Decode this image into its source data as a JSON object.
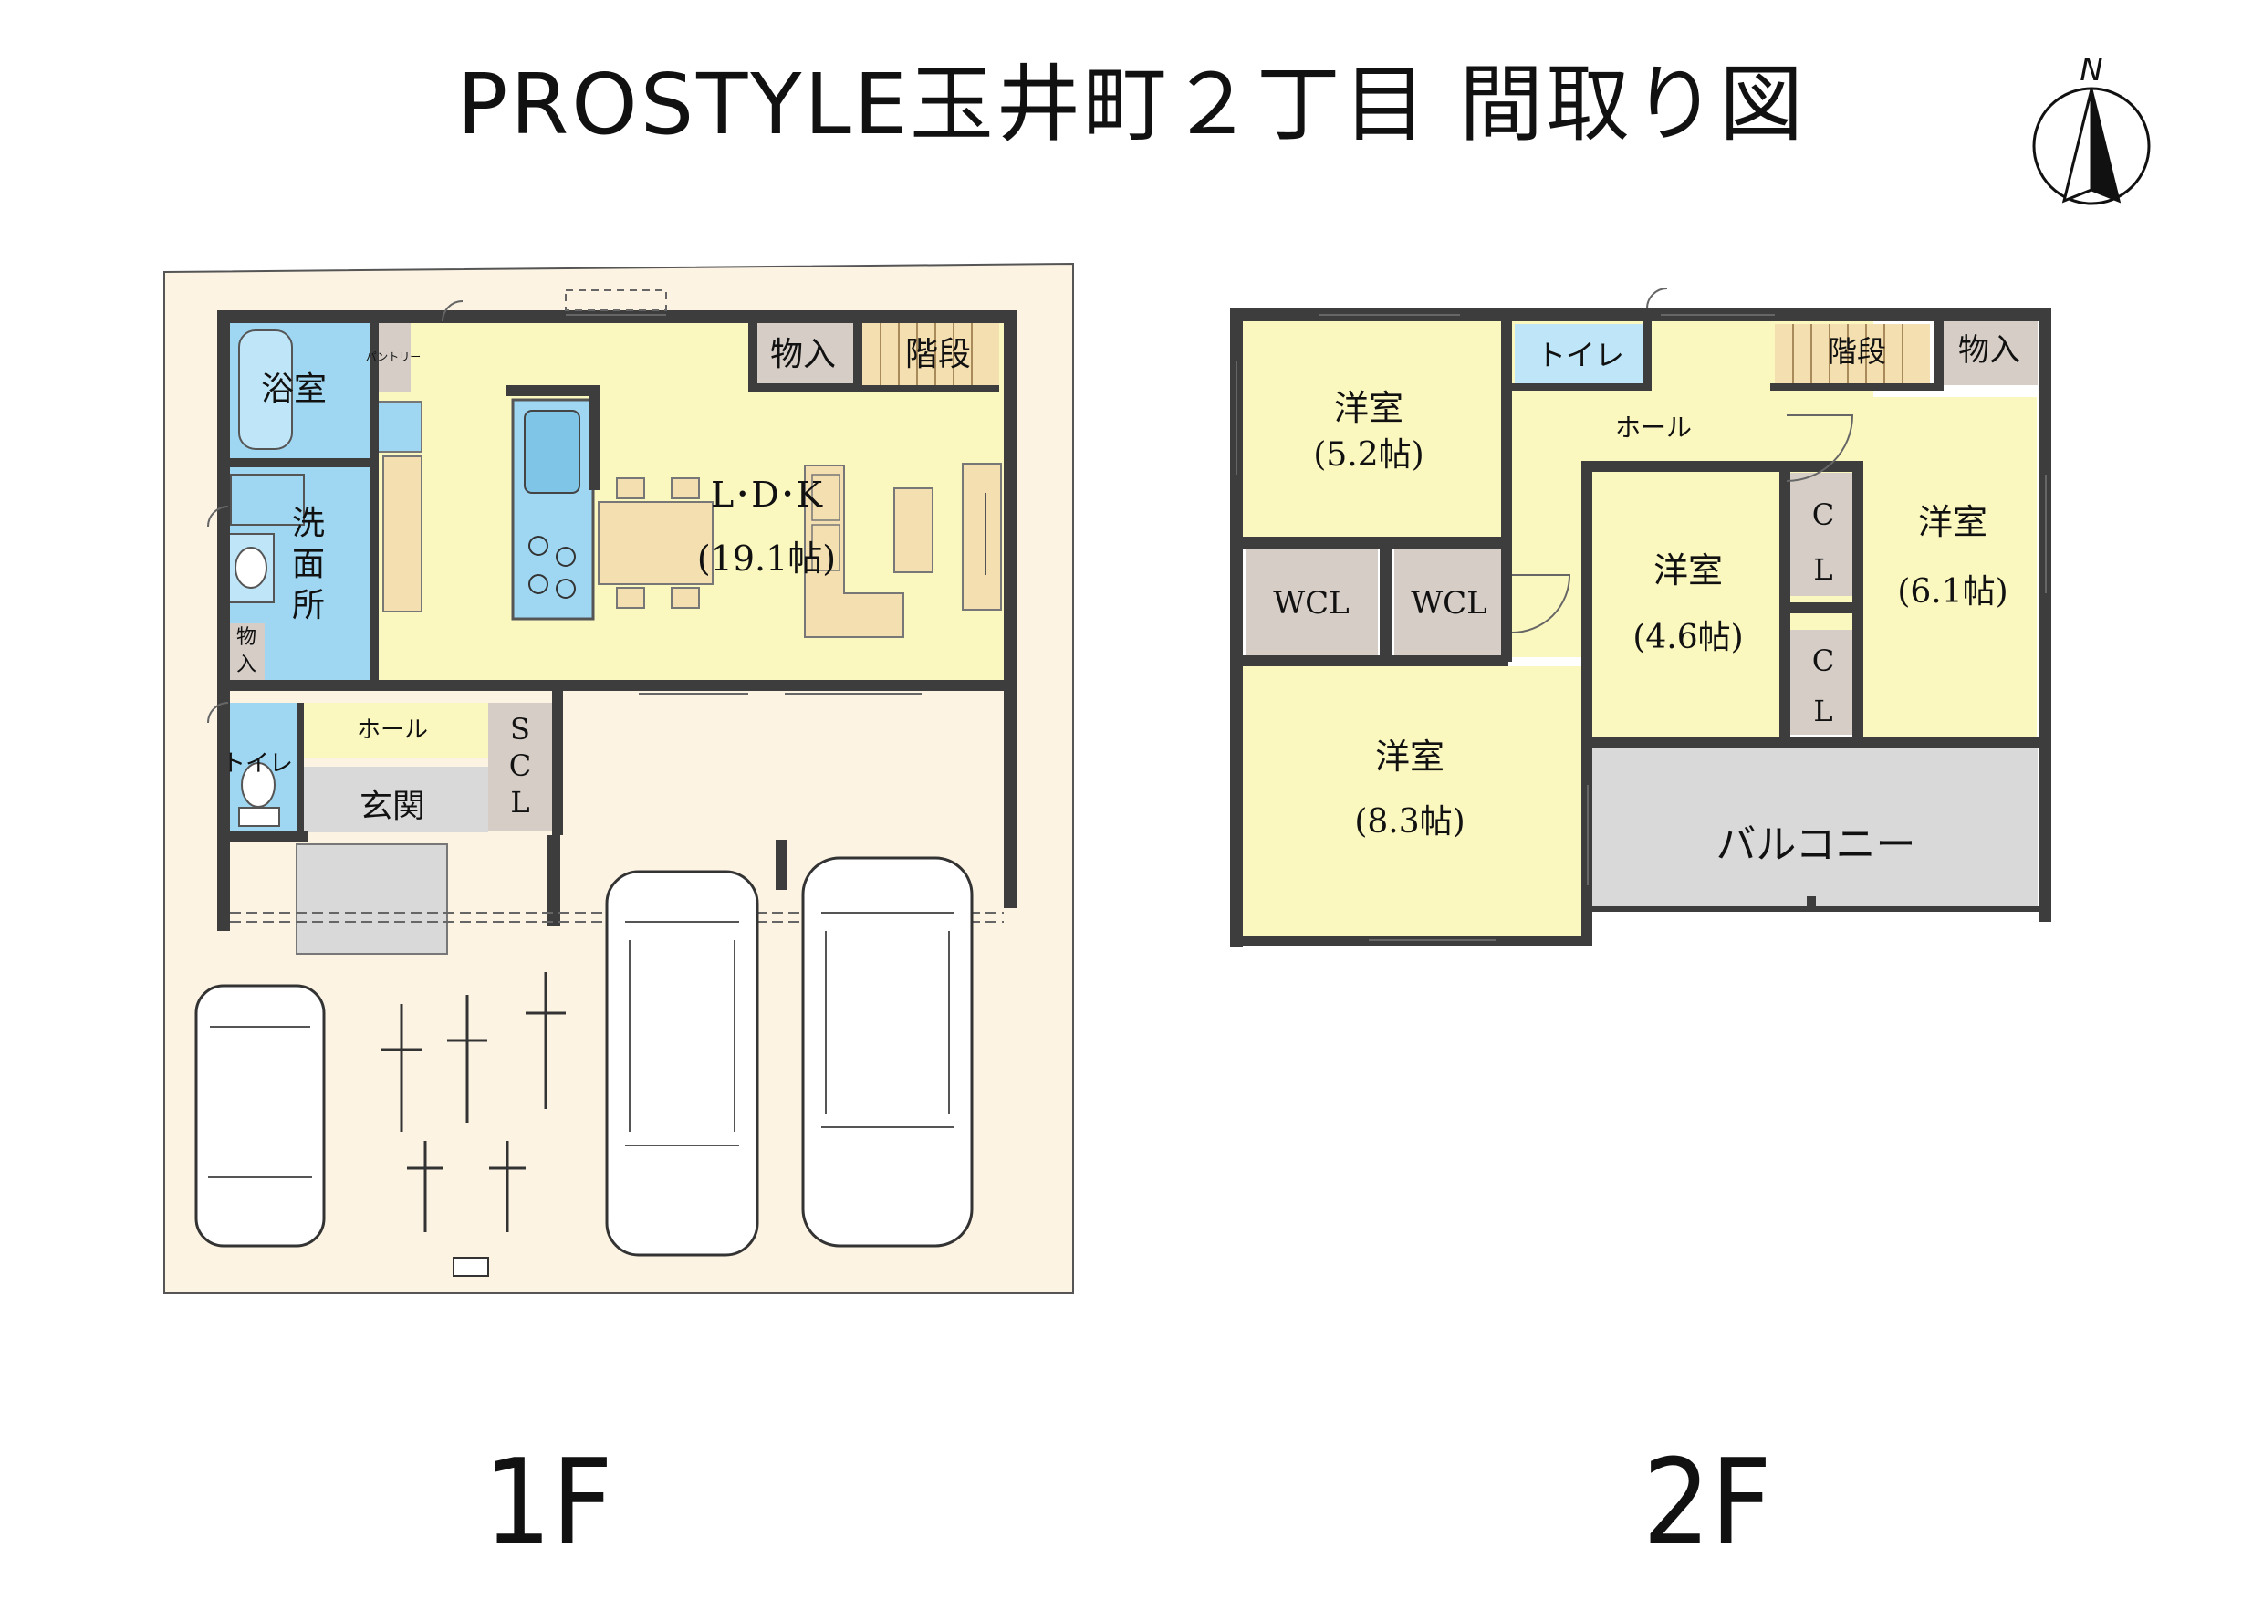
{
  "title": "PROSTYLE玉井町２丁目 間取り図",
  "compass_letter": "N",
  "floors": [
    {
      "label": "1F",
      "rooms": {
        "bath": "浴室",
        "pantry": "パントリー",
        "washroom": [
          "洗",
          "面",
          "所"
        ],
        "storage_small": [
          "物",
          "入"
        ],
        "toilet": "トイレ",
        "hall": "ホール",
        "entrance": "玄関",
        "scl": [
          "S",
          "C",
          "L"
        ],
        "storage": "物入",
        "stairs": "階段",
        "ldk": "L･D･K",
        "ldk_size": "(19.1帖)"
      }
    },
    {
      "label": "2F",
      "rooms": {
        "room_a": "洋室",
        "room_a_size": "(5.2帖)",
        "toilet": "トイレ",
        "hall": "ホール",
        "stairs": "階段",
        "storage": "物入",
        "wcl1": "WCL",
        "wcl2": "WCL",
        "room_b": "洋室",
        "room_b_size": "(4.6帖)",
        "cl1": [
          "C",
          "L"
        ],
        "cl2": [
          "C",
          "L"
        ],
        "room_c": "洋室",
        "room_c_size": "(6.1帖)",
        "room_d": "洋室",
        "room_d_size": "(8.3帖)",
        "balcony": "バルコニー"
      }
    }
  ],
  "colors": {
    "wall": "#3d3d3d",
    "lot": "#fcf3e3",
    "room_yellow": "#fbf8bf",
    "bath_blue": "#9fd7f2",
    "storage_gray": "#d5cdc6",
    "balcony_gray": "#d9d9d9",
    "wood": "#f3dfb0"
  }
}
